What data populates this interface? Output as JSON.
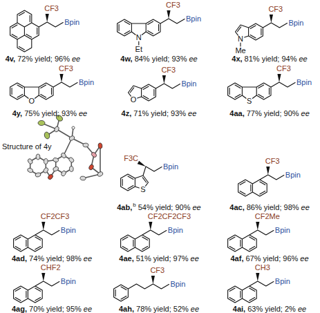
{
  "diagram": {
    "labels": [
      "CF3",
      "Bpin",
      "4v,",
      "72% yield; 96%",
      "ee",
      "CF3",
      "Bpin",
      "N",
      "Et",
      "4w,",
      "84% yield; 93%",
      "ee",
      "CF3",
      "Bpin",
      "N",
      "Me",
      "4x,",
      "81% yield; 94%",
      "ee",
      "CF3",
      "Bpin",
      "O",
      "4y,",
      "75% yield; 93%",
      "ee",
      "CF3",
      "Bpin",
      "O",
      "4z,",
      "71% yield; 93%",
      "ee",
      "CF3",
      "Bpin",
      "S",
      "4aa,",
      "77% yield; 90%",
      "ee",
      "Structure of 4y",
      "F3C",
      "Bpin",
      "S",
      "4ab,",
      "b",
      "54% yield; 90%",
      "ee",
      "CF3",
      "Bpin",
      "4ac,",
      "86% yield; 98%",
      "ee",
      "CF2CF3",
      "Bpin",
      "4ad,",
      "74% yield; 98%",
      "ee",
      "CF2CF2CF3",
      "Bpin",
      "4ae,",
      "51% yield; 97%",
      "ee",
      "CF2Me",
      "Bpin",
      "4af,",
      "67% yield; 96%",
      "ee",
      "CHF2",
      "Bpin",
      "4ag,",
      "70% yield; 95%",
      "ee",
      "CF3",
      "Bpin",
      "4ah,",
      "78% yield; 52%",
      "ee",
      "CH3",
      "Bpin",
      "4ai,",
      "63% yield; 2%",
      "ee"
    ]
  }
}
